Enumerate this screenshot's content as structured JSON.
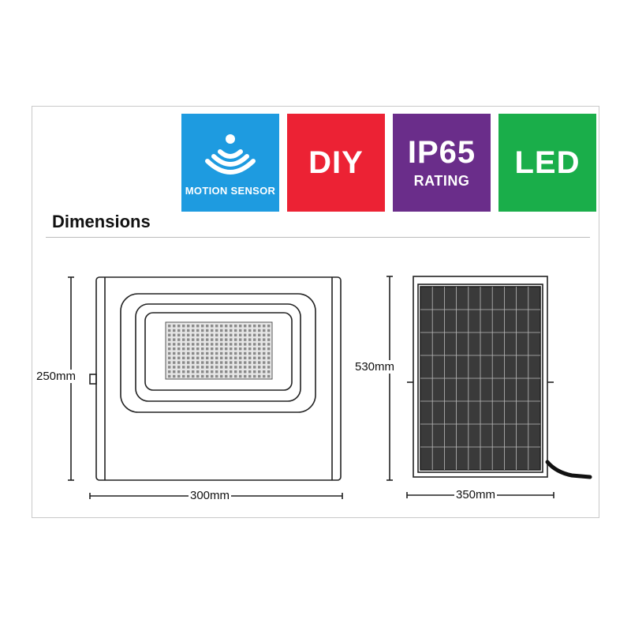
{
  "badges": {
    "motion": {
      "label": "MOTION SENSOR",
      "icon": "motion-sensor-icon",
      "color": "#1e9be0"
    },
    "diy": {
      "label": "DIY",
      "color": "#ec2234"
    },
    "ip65": {
      "label": "IP65",
      "sub": "RATING",
      "color": "#6a2d8a"
    },
    "led": {
      "label": "LED",
      "color": "#1aae4a"
    }
  },
  "section_title": "Dimensions",
  "dimensions": {
    "light_height": "250mm",
    "light_width": "300mm",
    "panel_height": "530mm",
    "panel_width": "350mm"
  }
}
